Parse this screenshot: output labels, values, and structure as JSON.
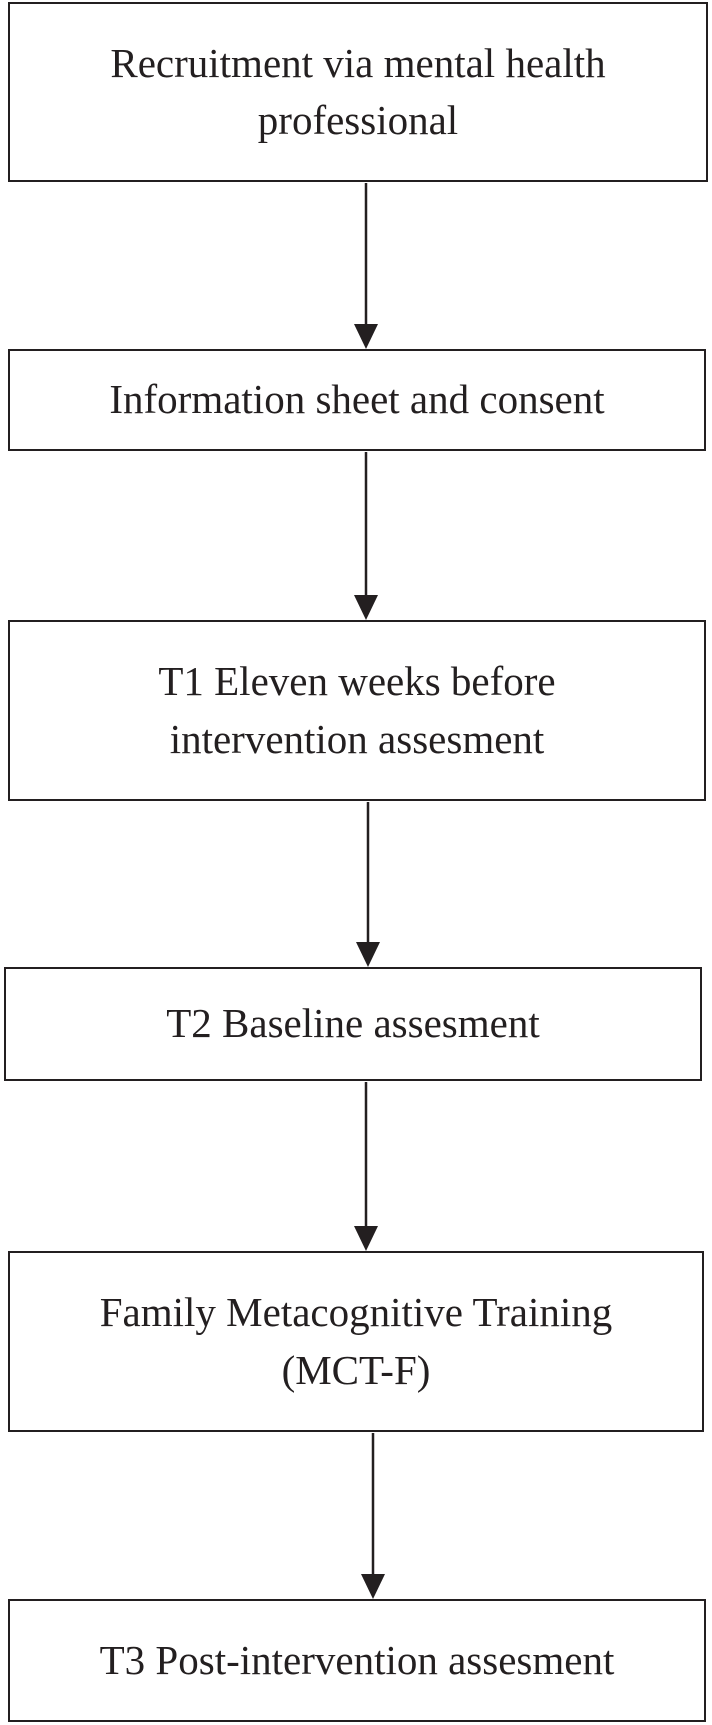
{
  "flowchart": {
    "steps": [
      {
        "id": "recruitment",
        "lines": "Recruitment via mental health\nprofessional"
      },
      {
        "id": "consent",
        "lines": "Information sheet and consent"
      },
      {
        "id": "t1",
        "lines": "T1 Eleven weeks before\nintervention assesment"
      },
      {
        "id": "t2",
        "lines": "T2 Baseline assesment"
      },
      {
        "id": "mct-f",
        "lines": "Family Metacognitive Training\n(MCT-F)"
      },
      {
        "id": "t3",
        "lines": "T3 Post-intervention assesment"
      }
    ]
  },
  "colors": {
    "stroke": "#231f20",
    "background": "#ffffff"
  }
}
